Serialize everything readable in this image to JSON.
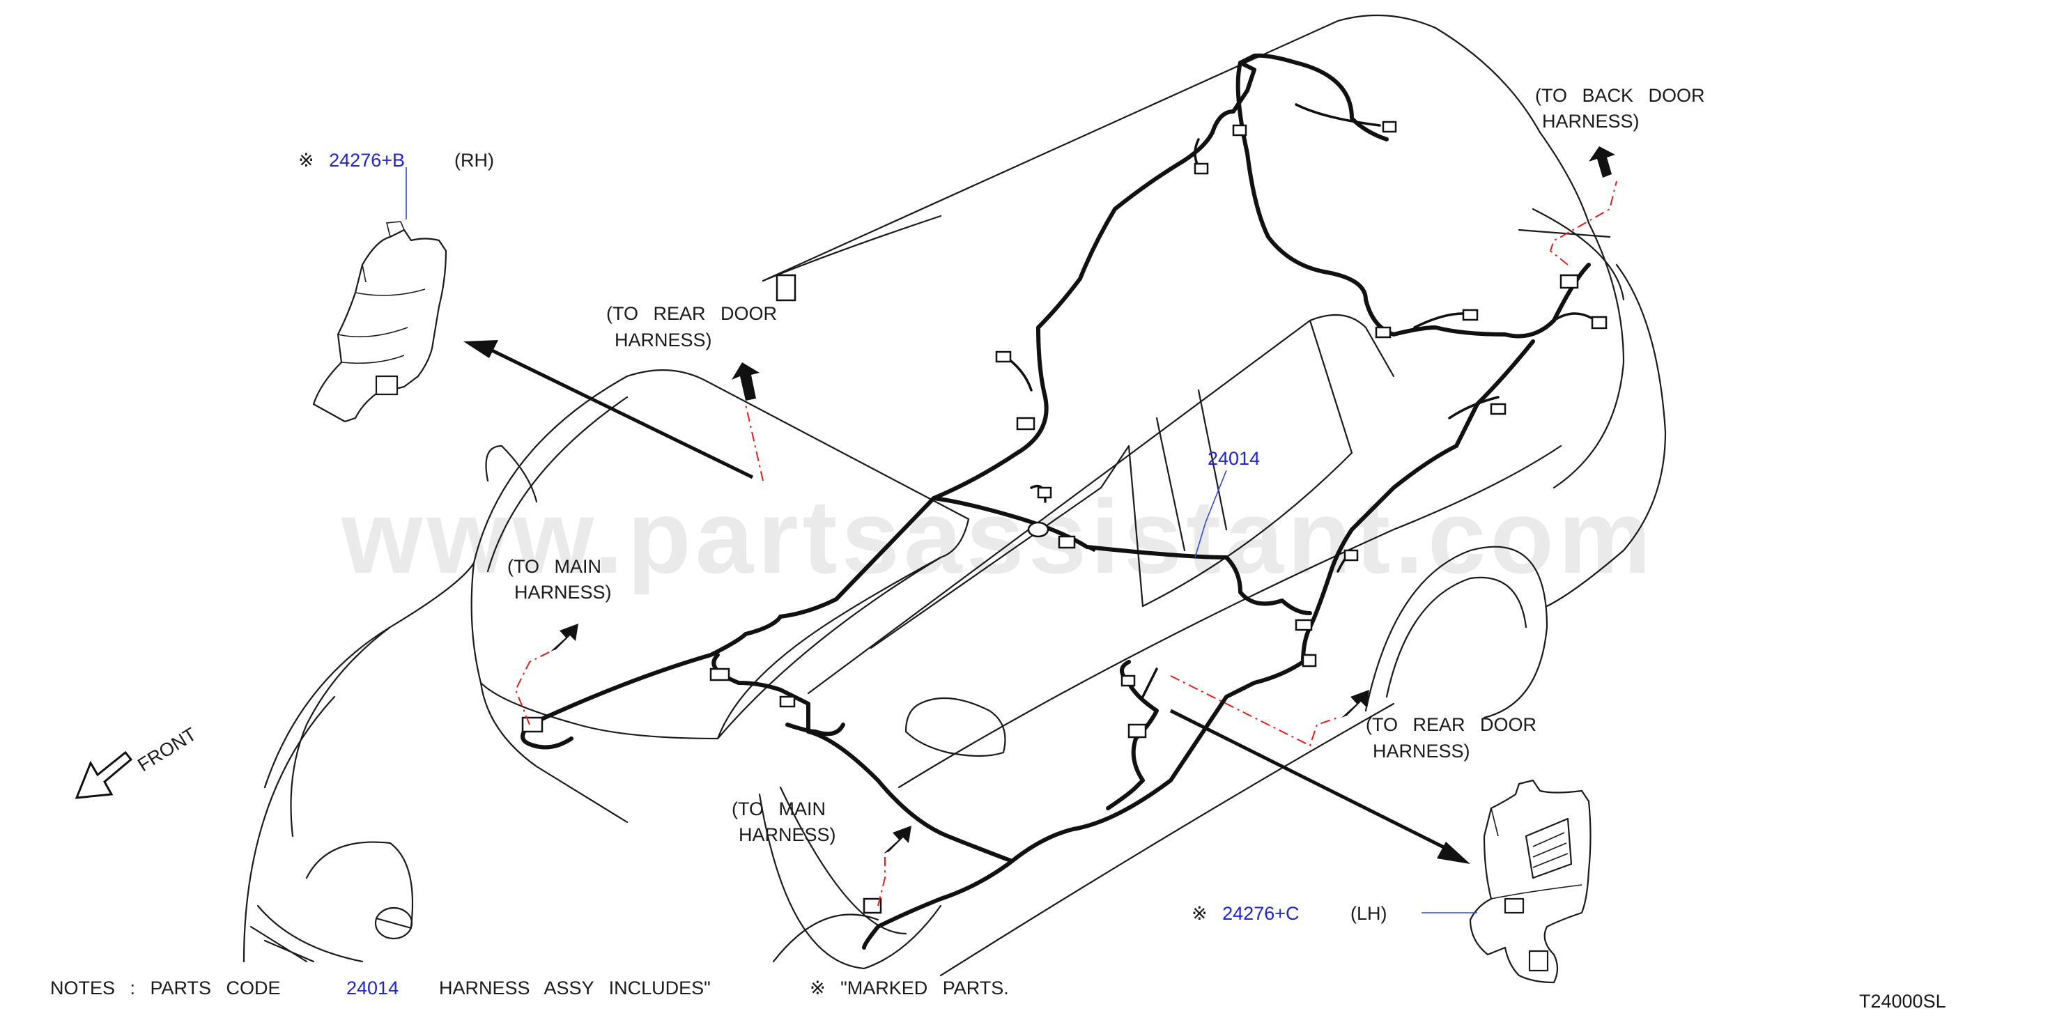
{
  "watermark": "www.partsassistant.com",
  "front_label": "FRONT",
  "diagram_code": "T24000SL",
  "labels": {
    "to_rear_door_upper": [
      "(TO REAR DOOR",
      "HARNESS)"
    ],
    "to_back_door": [
      "(TO BACK DOOR",
      "HARNESS)"
    ],
    "to_main_upper": [
      "(TO MAIN",
      "HARNESS)"
    ],
    "to_main_lower": [
      "(TO MAIN",
      "HARNESS)"
    ],
    "to_rear_door_lower": [
      "(TO REAR DOOR",
      "HARNESS)"
    ]
  },
  "parts": {
    "rh": {
      "mark": "※",
      "code": "24276+B",
      "side": "(RH)"
    },
    "lh": {
      "mark": "※",
      "code": "24276+C",
      "side": "(LH)"
    },
    "harness": {
      "code": "24014"
    }
  },
  "notes": {
    "prefix": "NOTES : PARTS CODE",
    "code": "24014",
    "middle": "HARNESS ASSY INCLUDES\"",
    "mark": "※",
    "suffix": "\"MARKED PARTS."
  },
  "colors": {
    "part_code": "#1f25d6",
    "hidden_link": "#e0201c",
    "wire": "#111111"
  }
}
